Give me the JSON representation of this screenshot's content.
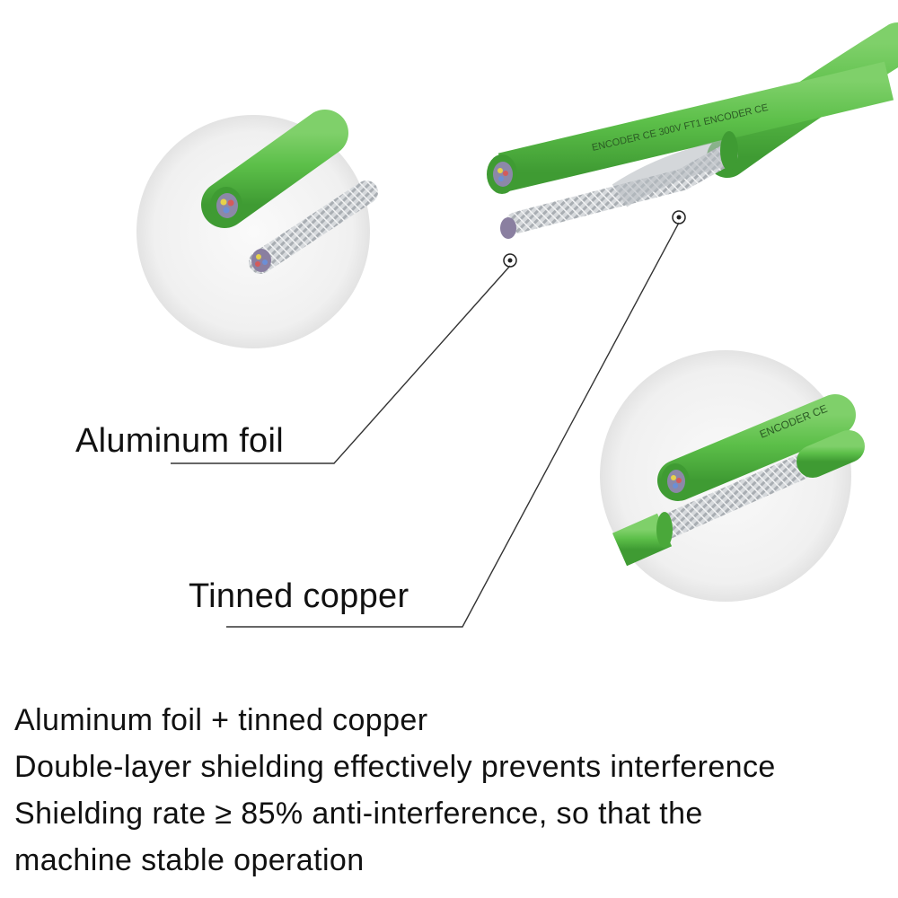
{
  "callouts": {
    "aluminum_foil": "Aluminum foil",
    "tinned_copper": "Tinned copper"
  },
  "cable_print": {
    "main": "ENCODER CE  300V  FT1  ENCODER  CE",
    "zoom": "ENCODER CE"
  },
  "description": [
    "Aluminum foil + tinned copper",
    "Double-layer shielding effectively prevents interference",
    "Shielding rate ≥ 85% anti-interference, so that the",
    "machine stable operation"
  ],
  "colors": {
    "jacket": "#5cbf49",
    "jacket_dark": "#3f9b33",
    "braid": "#c9cdd1",
    "text": "#111111"
  }
}
